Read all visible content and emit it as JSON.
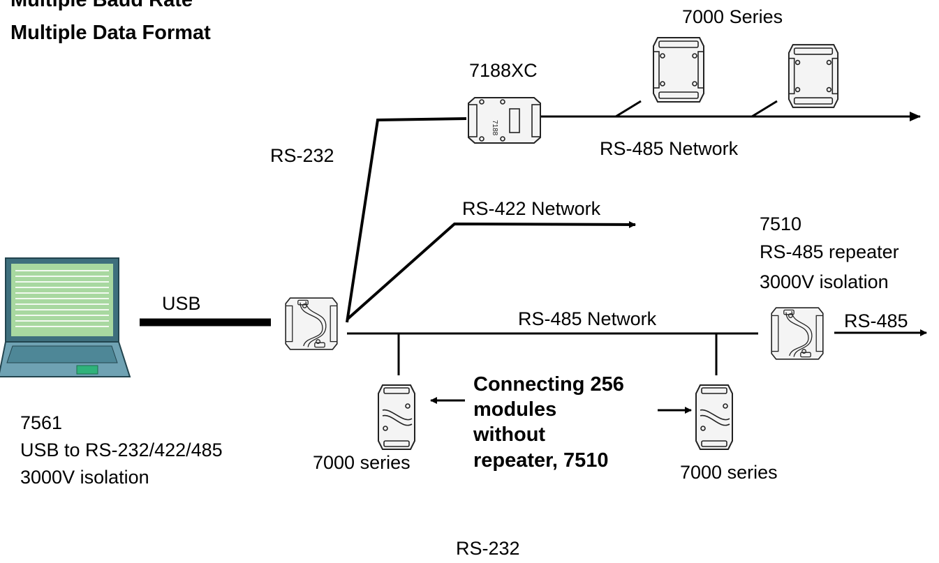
{
  "header": {
    "line1": "Multiple Baud Rate",
    "line2": "Multiple Data Format"
  },
  "labels": {
    "series_7000_top": "7000 Series",
    "model_7188xc": "7188XC",
    "rs232": "RS-232",
    "rs485_network_top": "RS-485 Network",
    "rs422_network": "RS-422 Network",
    "model_7510": "7510",
    "repeater_desc": "RS-485 repeater",
    "repeater_isolation": "3000V isolation",
    "usb": "USB",
    "rs485_network_mid": "RS-485 Network",
    "rs485_out": "RS-485",
    "connecting_l1": "Connecting 256",
    "connecting_l2": "modules",
    "connecting_l3": "without",
    "connecting_l4": "repeater, 7510",
    "series_7000_left": "7000 series",
    "series_7000_right": "7000 series",
    "model_7561": "7561",
    "converter_desc": "USB to RS-232/422/485",
    "converter_isolation": "3000V isolation",
    "rs232_bottom": "RS-232"
  },
  "module_chip_text": "7188",
  "colors": {
    "laptop_frame": "#3e6f7d",
    "laptop_screen": "#a8d8a0",
    "laptop_base": "#6fa2b3",
    "line": "#000000"
  },
  "icons": [
    "laptop-icon",
    "converter-module-icon",
    "controller-module-icon",
    "io-module-icon",
    "repeater-module-icon"
  ]
}
